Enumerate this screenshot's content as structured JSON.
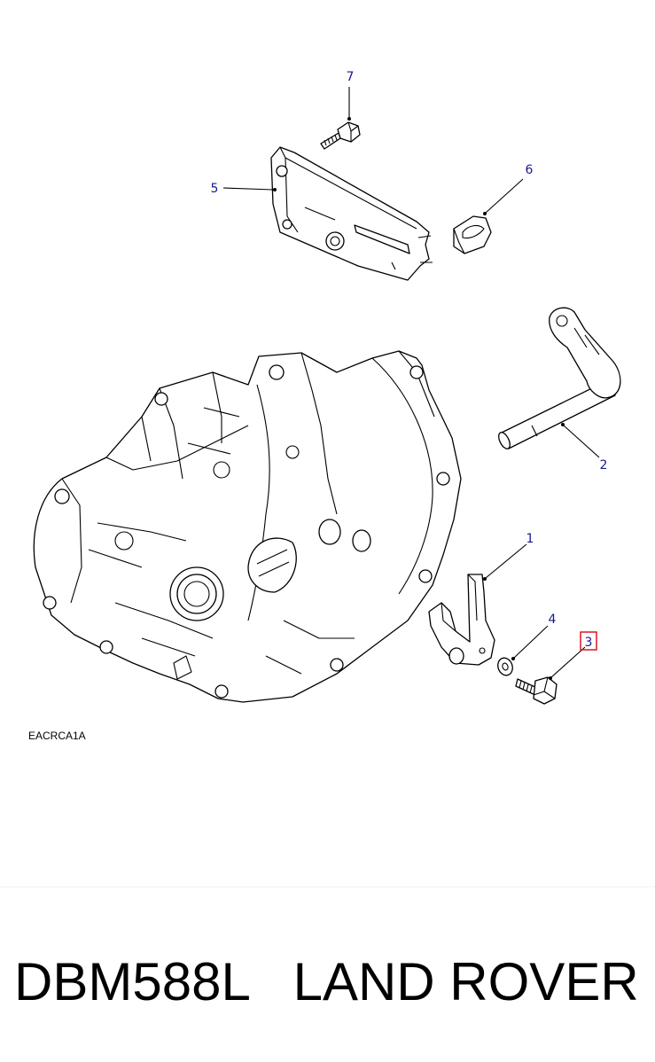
{
  "diagram": {
    "reference_code": "EACRCA1A",
    "callouts": [
      {
        "id": "callout-1",
        "label": "1"
      },
      {
        "id": "callout-2",
        "label": "2"
      },
      {
        "id": "callout-3",
        "label": "3",
        "highlighted": true
      },
      {
        "id": "callout-4",
        "label": "4"
      },
      {
        "id": "callout-5",
        "label": "5"
      },
      {
        "id": "callout-6",
        "label": "6"
      },
      {
        "id": "callout-7",
        "label": "7"
      }
    ]
  },
  "caption": {
    "text": "DBM588L   LAND ROVER"
  },
  "colors": {
    "callout_text": "#1a1a8c",
    "highlight_box": "#e0141e",
    "line_art": "#000000",
    "background": "#ffffff"
  }
}
